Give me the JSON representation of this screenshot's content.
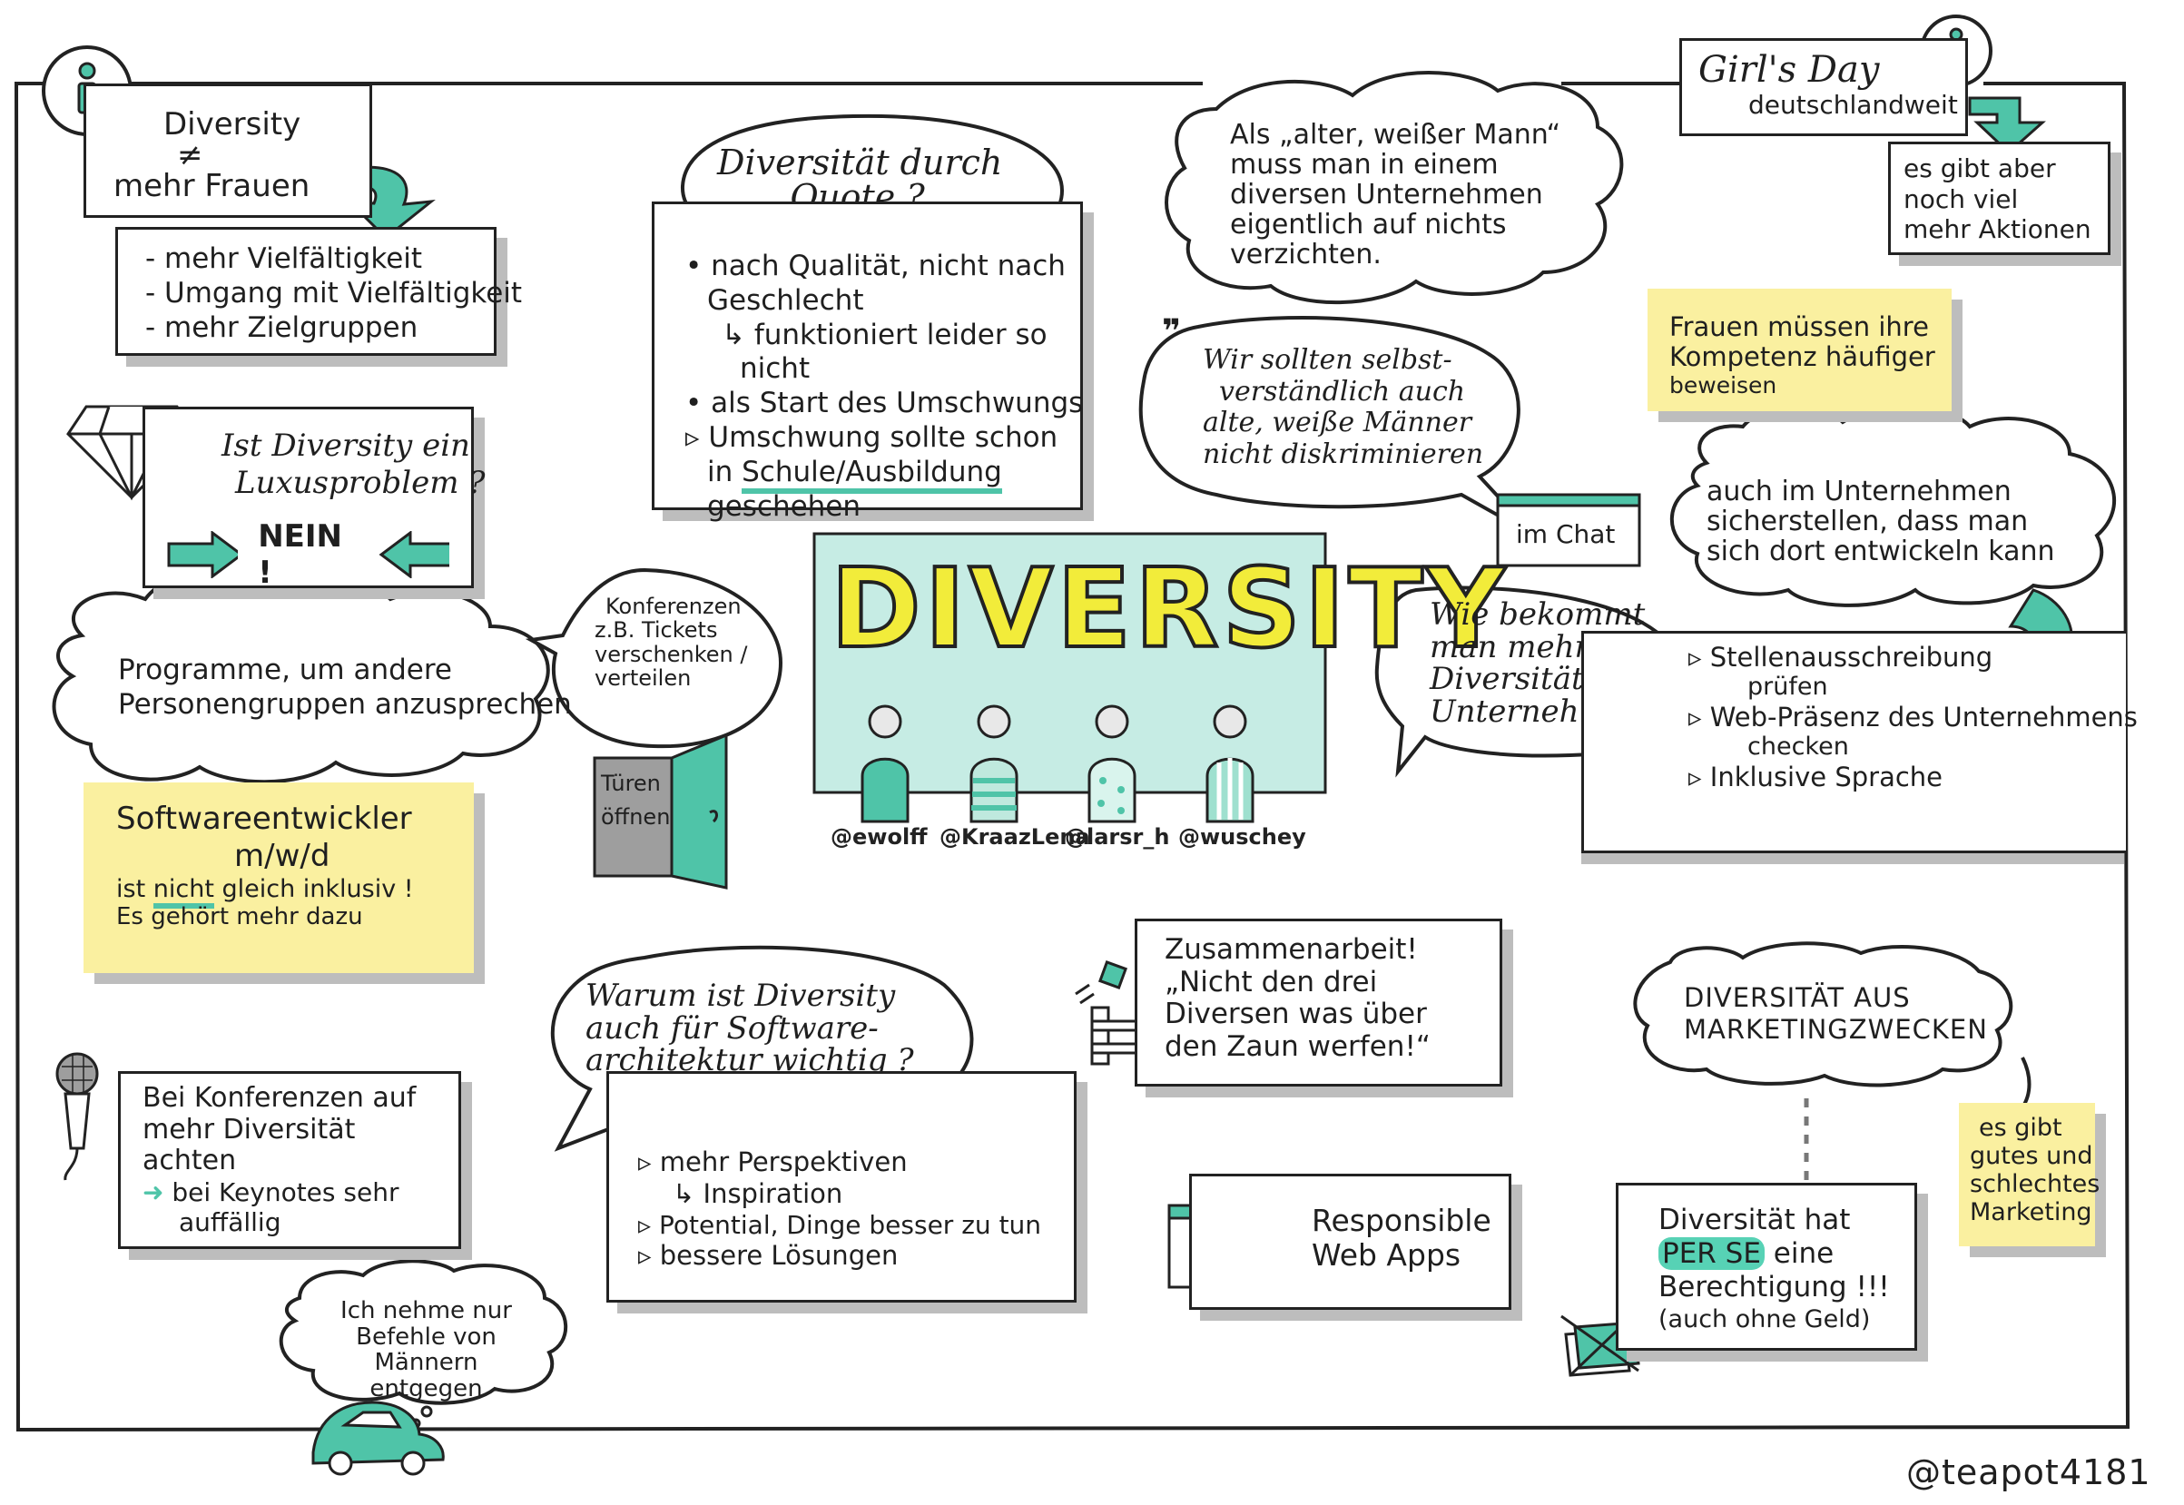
{
  "diversity_box": {
    "title": "Diversity",
    "neq": "≠",
    "subtitle": "mehr Frauen"
  },
  "diversity_list": [
    "- mehr Vielfältigkeit",
    "- Umgang mit Vielfältigkeit",
    "- mehr Zielgruppen"
  ],
  "luxus": {
    "question": [
      "Ist Diversity ein",
      "Luxusproblem ?"
    ],
    "answer": "NEIN !"
  },
  "programme": [
    "Programme, um andere",
    "Personengruppen anzusprechen"
  ],
  "konferenzen_bubble": [
    "Konferenzen",
    "z.B. Tickets",
    "verschenken /",
    "verteilen"
  ],
  "software_note": {
    "line1": "Softwareentwickler",
    "line2": "m/w/d",
    "line3_pre": "ist ",
    "line3_hl": "nicht",
    "line3_post": " gleich inklusiv !",
    "line4": "Es gehört mehr dazu"
  },
  "tueren": [
    "Türen",
    "öffnen"
  ],
  "quote_bubble": [
    "Diversität durch",
    "Quote ?"
  ],
  "quote_list": {
    "l1": "• nach Qualität, nicht nach",
    "l2": "Geschlecht",
    "l3": "↳ funktioniert leider so",
    "l4": "nicht",
    "l5": "• als Start des Umschwungs",
    "l6": "▹ Umschwung sollte schon",
    "l7_pre": "in ",
    "l7_ul": "Schule/Ausbildung",
    "l8": "geschehen"
  },
  "center": {
    "title": "DIVERSITY",
    "handles": [
      "@ewolff",
      "@KraazLena",
      "@larsr_h",
      "@wuschey"
    ]
  },
  "alter_mann": [
    "Als „alter, weißer Mann“",
    "muss man in einem",
    "diversen Unternehmen",
    "eigentlich auf nichts",
    "verzichten."
  ],
  "chat_quote": {
    "mark": "❞",
    "lines": [
      "Wir sollten selbst-",
      "verständlich auch",
      "alte, weiße Männer",
      "nicht diskriminieren"
    ],
    "label": "im Chat"
  },
  "girls_day": {
    "title": "Girl's Day",
    "subtitle": "deutschlandweit",
    "info": "i"
  },
  "aktionen": [
    "es gibt aber",
    "noch viel",
    "mehr Aktionen"
  ],
  "frauen_note": [
    "Frauen müssen ihre",
    "Kompetenz häufiger",
    "beweisen"
  ],
  "unternehmen_cloud": [
    "auch im Unternehmen",
    "sicherstellen, dass man",
    "sich dort entwickeln kann"
  ],
  "wie_bubble": [
    "Wie bekommt",
    "man mehr",
    "Diversität ins",
    "Unternehmen ?"
  ],
  "wie_list": [
    {
      "text": "▹ Stellenausschreibung",
      "indent": false
    },
    {
      "text": "prüfen",
      "indent": true
    },
    {
      "text": "▹ Web-Präsenz des Unternehmens",
      "indent": false
    },
    {
      "text": "checken",
      "indent": true
    },
    {
      "text": "▹ Inklusive Sprache",
      "indent": false
    }
  ],
  "warum_bubble": [
    "Warum ist Diversity",
    "auch für Software-",
    "architektur wichtig ?"
  ],
  "warum_list": [
    "▹ mehr Perspektiven",
    "↳ Inspiration",
    "▹ Potential, Dinge besser zu tun",
    "▹ bessere Lösungen"
  ],
  "zusammenarbeit": [
    "Zusammenarbeit!",
    "„Nicht den drei",
    "Diversen was über",
    "den Zaun werfen!“"
  ],
  "responsible": [
    "Responsible",
    "Web Apps"
  ],
  "konferenzen_box": {
    "l1": "Bei Konferenzen auf",
    "l2": "mehr Diversität",
    "l3": "achten",
    "l4": "bei Keynotes sehr",
    "l5": "auffällig"
  },
  "befehle": [
    "Ich nehme nur",
    "Befehle von Männern",
    "entgegen"
  ],
  "marketing_cloud": [
    "DIVERSITÄT AUS",
    "MARKETINGZWECKEN"
  ],
  "marketing_note": [
    "es gibt",
    "gutes und",
    "schlechtes",
    "Marketing"
  ],
  "per_se": {
    "l1": "Diversität hat",
    "l2_hl": "PER SE",
    "l2_post": " eine",
    "l3": "Berechtigung !!!",
    "l4": "(auch ohne Geld)"
  },
  "info_icon_label": "i",
  "signature": "@teapot4181",
  "colors": {
    "accent": "#4fc4a8",
    "note": "#faf0a0",
    "shadow": "#bdbdbd",
    "ink": "#222222",
    "yellow": "#f2ec3a"
  }
}
